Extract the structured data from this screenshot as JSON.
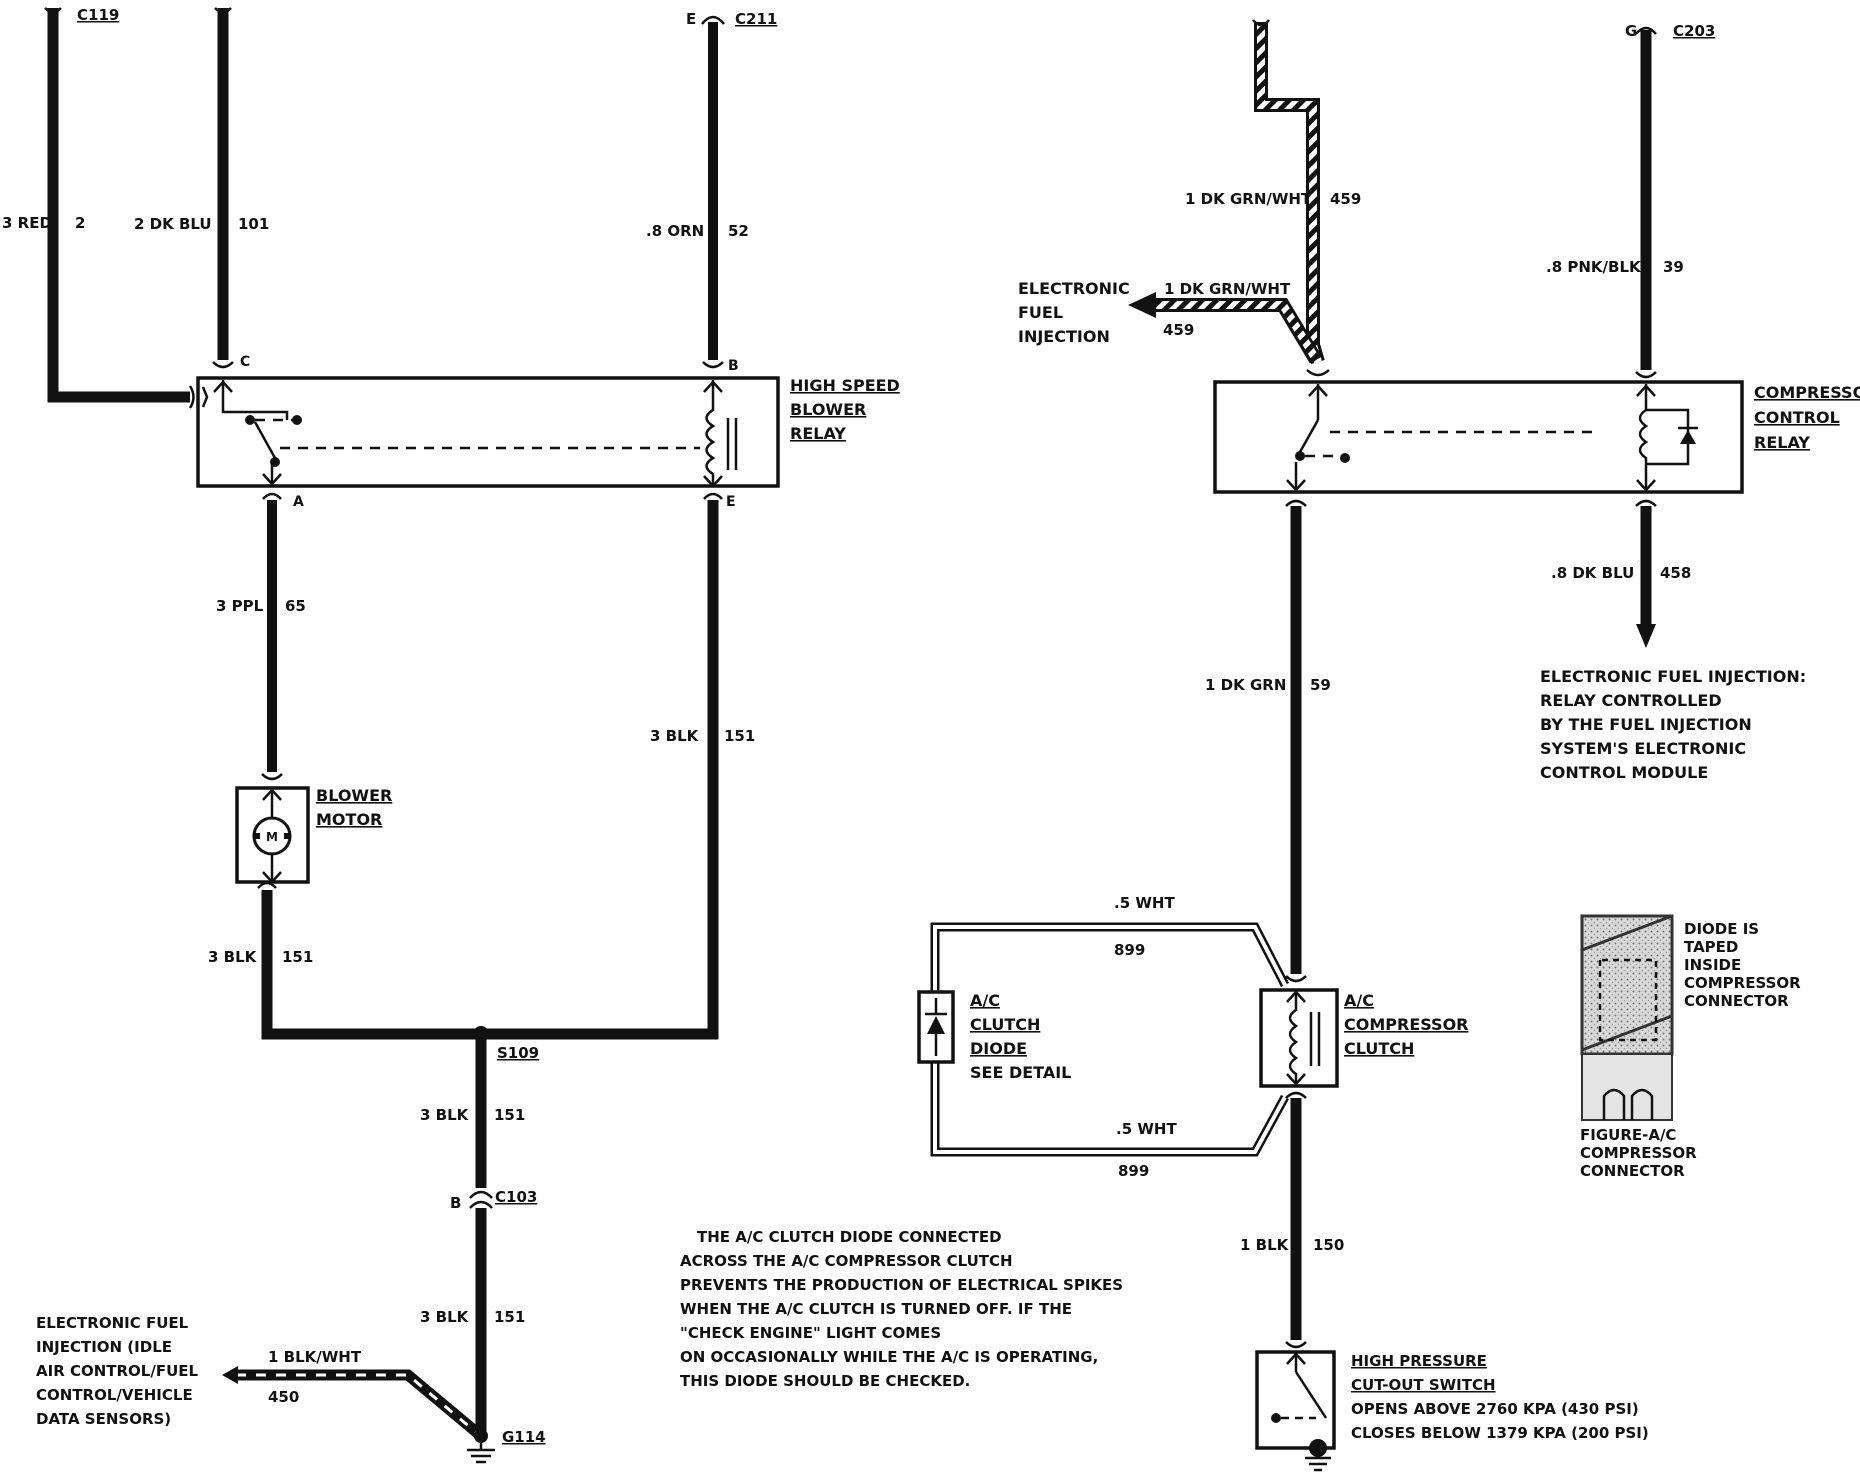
{
  "connectors": {
    "c119": "C119",
    "c211": "C211",
    "c211_pin": "E",
    "c203": "C203",
    "c203_pin": "G",
    "s109": "S109",
    "c103": "C103",
    "c103_pin": "B",
    "g114": "G114"
  },
  "pins": {
    "hsb_c": "C",
    "hsb_b": "B",
    "hsb_a": "A",
    "hsb_e": "E"
  },
  "wires": {
    "w2": {
      "gauge_color": "3 RED",
      "circuit": "2"
    },
    "w101": {
      "gauge_color": "2 DK BLU",
      "circuit": "101"
    },
    "w52": {
      "gauge_color": ".8 ORN",
      "circuit": "52"
    },
    "w65": {
      "gauge_color": "3 PPL",
      "circuit": "65"
    },
    "w151a": {
      "gauge_color": "3 BLK",
      "circuit": "151"
    },
    "w151b": {
      "gauge_color": "3 BLK",
      "circuit": "151"
    },
    "w151c": {
      "gauge_color": "3 BLK",
      "circuit": "151"
    },
    "w151d": {
      "gauge_color": "3 BLK",
      "circuit": "151"
    },
    "w450": {
      "gauge_color": "1 BLK/WHT",
      "circuit": "450"
    },
    "w459a": {
      "gauge_color": "1 DK GRN/WHT",
      "circuit": "459"
    },
    "w459b": {
      "gauge_color": "1 DK GRN/WHT",
      "circuit": "459"
    },
    "w39": {
      "gauge_color": ".8 PNK/BLK",
      "circuit": "39"
    },
    "w458": {
      "gauge_color": ".8 DK BLU",
      "circuit": "458"
    },
    "w59": {
      "gauge_color": "1 DK GRN",
      "circuit": "59"
    },
    "w899a": {
      "gauge_color": ".5 WHT",
      "circuit": "899"
    },
    "w899b": {
      "gauge_color": ".5 WHT",
      "circuit": "899"
    },
    "w150": {
      "gauge_color": "1 BLK",
      "circuit": "150"
    }
  },
  "components": {
    "hsb_relay": [
      "HIGH SPEED",
      "BLOWER",
      "RELAY"
    ],
    "blower_motor": [
      "BLOWER",
      "MOTOR"
    ],
    "motor_symbol": "M",
    "comp_relay": [
      "COMPRESSOR",
      "CONTROL",
      "RELAY"
    ],
    "clutch_diode": [
      "A/C",
      "CLUTCH",
      "DIODE"
    ],
    "see_detail": "SEE DETAIL",
    "comp_clutch": [
      "A/C",
      "COMPRESSOR",
      "CLUTCH"
    ],
    "hp_switch": [
      "HIGH PRESSURE",
      "CUT-OUT SWITCH"
    ],
    "hp_switch_notes": [
      "OPENS ABOVE 2760  KPA (430 PSI)",
      "CLOSES BELOW 1379 KPA (200 PSI)"
    ]
  },
  "labels": {
    "efi_top": [
      "ELECTRONIC",
      "FUEL",
      "INJECTION"
    ],
    "efi_relay_note": [
      "ELECTRONIC FUEL INJECTION:",
      "RELAY CONTROLLED",
      "BY THE FUEL INJECTION",
      "SYSTEM'S ELECTRONIC",
      "CONTROL MODULE"
    ],
    "efi_bottom": [
      "ELECTRONIC FUEL",
      "INJECTION (IDLE",
      "AIR CONTROL/FUEL",
      "CONTROL/VEHICLE",
      "DATA SENSORS)"
    ],
    "diode_note": [
      "THE A/C CLUTCH DIODE CONNECTED",
      "ACROSS THE A/C COMPRESSOR CLUTCH",
      "PREVENTS THE PRODUCTION OF ELECTRICAL SPIKES",
      "WHEN THE A/C CLUTCH IS TURNED OFF. IF THE",
      "\"CHECK ENGINE\" LIGHT COMES",
      "ON OCCASIONALLY WHILE THE A/C IS OPERATING,",
      "THIS DIODE SHOULD BE CHECKED."
    ],
    "diode_taped": [
      "DIODE IS",
      "TAPED",
      "INSIDE",
      "COMPRESSOR",
      "CONNECTOR"
    ],
    "figure": [
      "FIGURE-A/C",
      "COMPRESSOR",
      "CONNECTOR"
    ]
  }
}
